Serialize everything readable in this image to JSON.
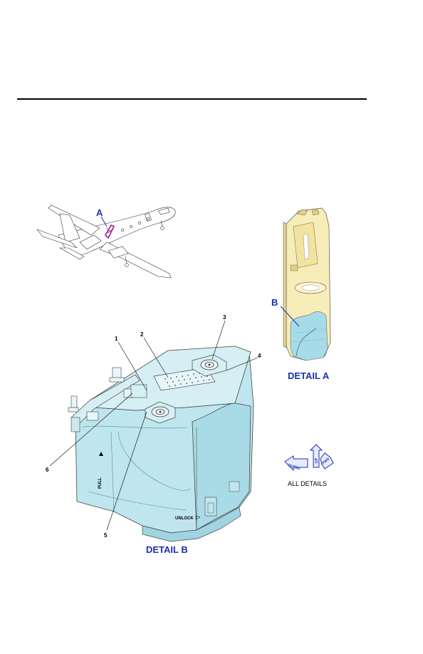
{
  "colors": {
    "rule": "#000000",
    "detail_blue": "#1a2fb0",
    "tank_fill": "#bfe6ee",
    "tank_dark": "#9fd4e0",
    "yellow_panel": "#f7edb8",
    "highlight_magenta": "#a0208a"
  },
  "detail_a": {
    "locator_letter": "A",
    "inner_letter": "B",
    "title": "DETAIL A"
  },
  "detail_b": {
    "title": "DETAIL B",
    "callouts": [
      "1",
      "2",
      "3",
      "4",
      "5",
      "6"
    ],
    "labels": {
      "pull": "PULL",
      "unlock": "UNLOCK"
    }
  },
  "orientation": {
    "arrow_labels": [
      "OUTBD",
      "UP",
      "FWD"
    ],
    "caption": "ALL DETAILS"
  }
}
